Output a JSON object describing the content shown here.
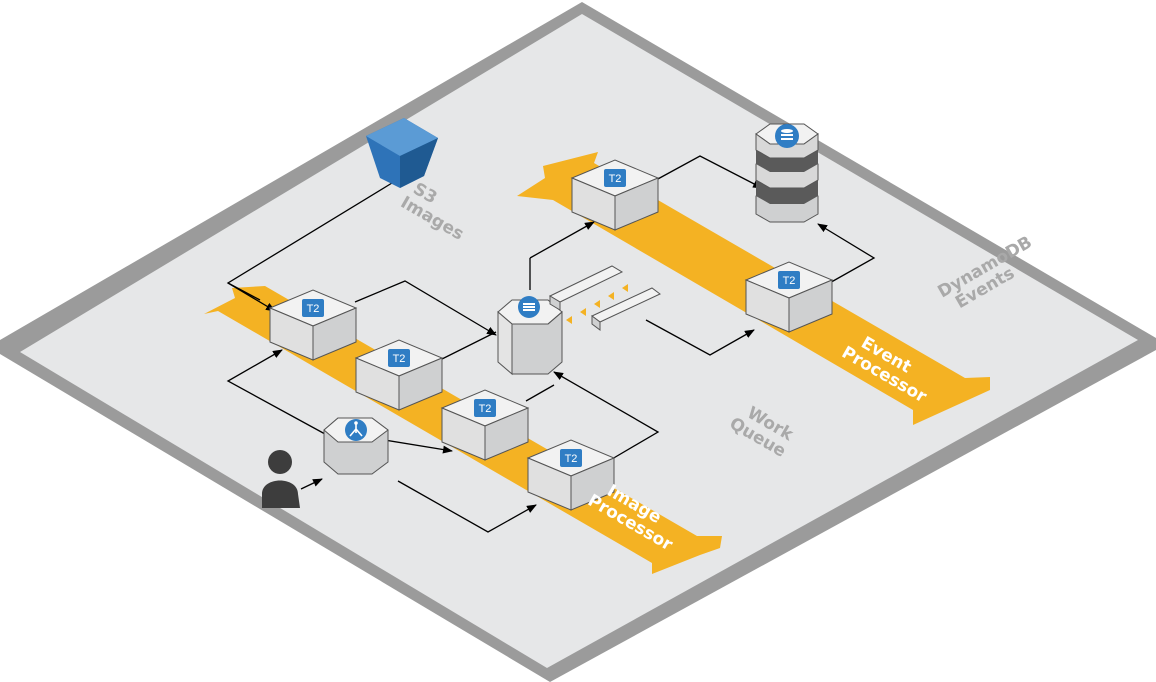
{
  "labels": {
    "s3": [
      "S3",
      "Images"
    ],
    "dynamo": [
      "DynamoDB",
      "Events"
    ],
    "work_queue": [
      "Work",
      "Queue"
    ],
    "image_processor": [
      "Image",
      "Processor"
    ],
    "event_processor": [
      "Event",
      "Processor"
    ]
  },
  "instance_label": "T2",
  "colors": {
    "platform": "#e6e7e8",
    "border": "#9b9b9b",
    "band": "#f4b223",
    "box_top": "#f2f2f2",
    "box_side": "#cfd0d1",
    "badge": "#2f7dc4",
    "s3": "#2e73b8",
    "user": "#3d3d3d"
  }
}
